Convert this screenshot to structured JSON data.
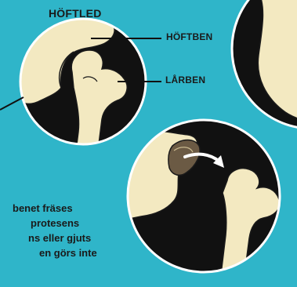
{
  "title": "HÖFTLED",
  "labels": {
    "hip_bone": "HÖFTBEN",
    "thigh_bone": "LÅRBEN"
  },
  "caption_lines": [
    "benet fräses",
    "protesens",
    "ns eller gjuts",
    "en görs inte"
  ],
  "colors": {
    "background": "#2fb5c9",
    "bone": "#f3e9c1",
    "circle_fill": "#111111",
    "circle_border": "#ffffff",
    "arrow": "#ffffff",
    "socket_cavity": "#6b5a44",
    "text": "#1a1a1a"
  }
}
